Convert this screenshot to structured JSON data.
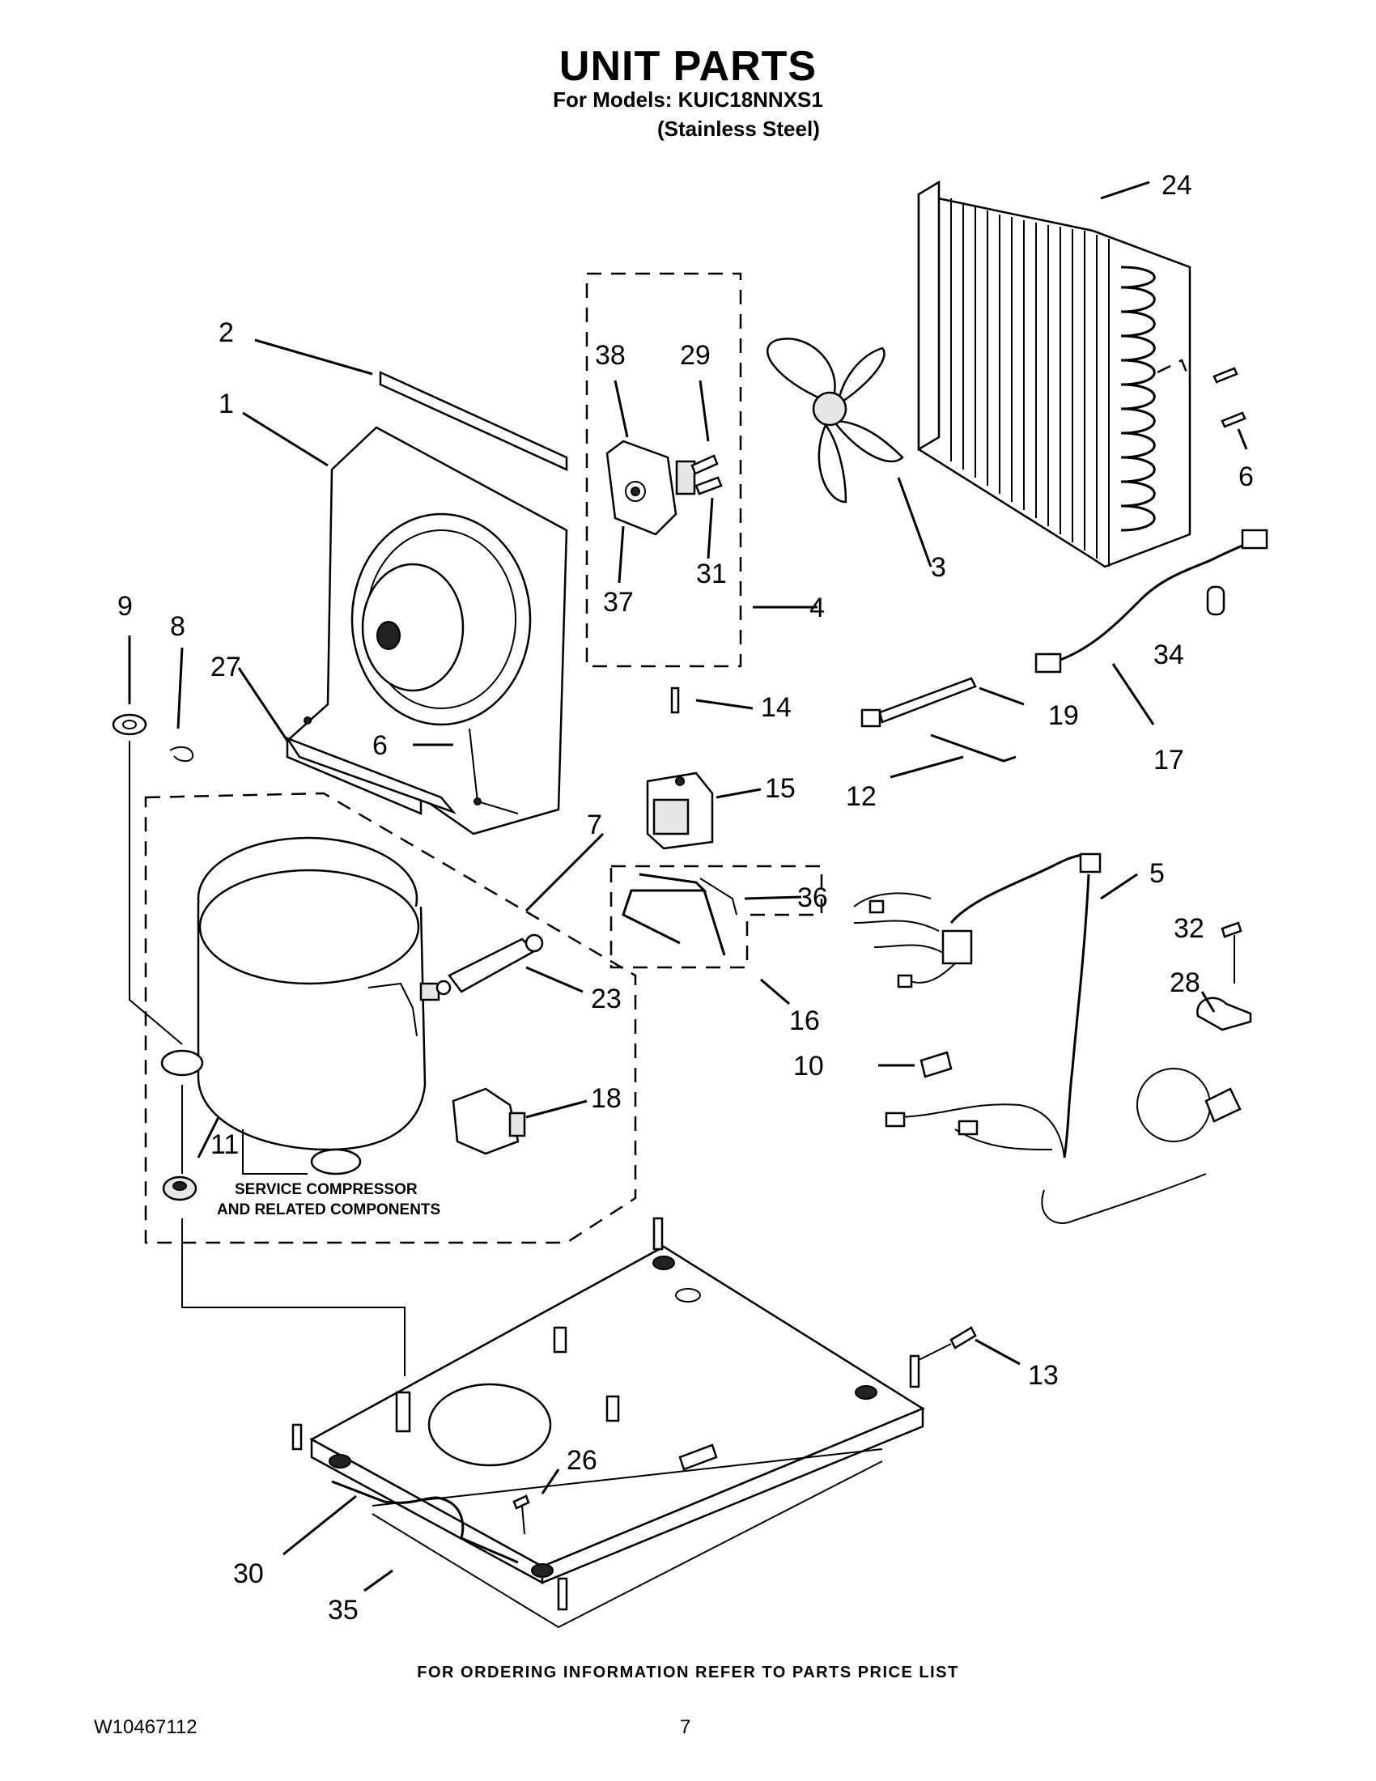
{
  "header": {
    "title": "UNIT PARTS",
    "models_line": "For Models: KUIC18NNXS1",
    "finish_line": "(Stainless Steel)"
  },
  "callouts": [
    "1",
    "2",
    "3",
    "4",
    "5",
    "6",
    "6",
    "7",
    "8",
    "9",
    "10",
    "11",
    "12",
    "13",
    "14",
    "15",
    "16",
    "17",
    "18",
    "19",
    "23",
    "24",
    "26",
    "27",
    "28",
    "29",
    "30",
    "31",
    "32",
    "34",
    "35",
    "36",
    "37",
    "38"
  ],
  "note": {
    "line1": "SERVICE COMPRESSOR",
    "line2": "AND RELATED COMPONENTS"
  },
  "footer": {
    "ordering": "FOR ORDERING INFORMATION REFER TO PARTS PRICE LIST",
    "doc_number": "W10467112",
    "page_number": "7"
  }
}
